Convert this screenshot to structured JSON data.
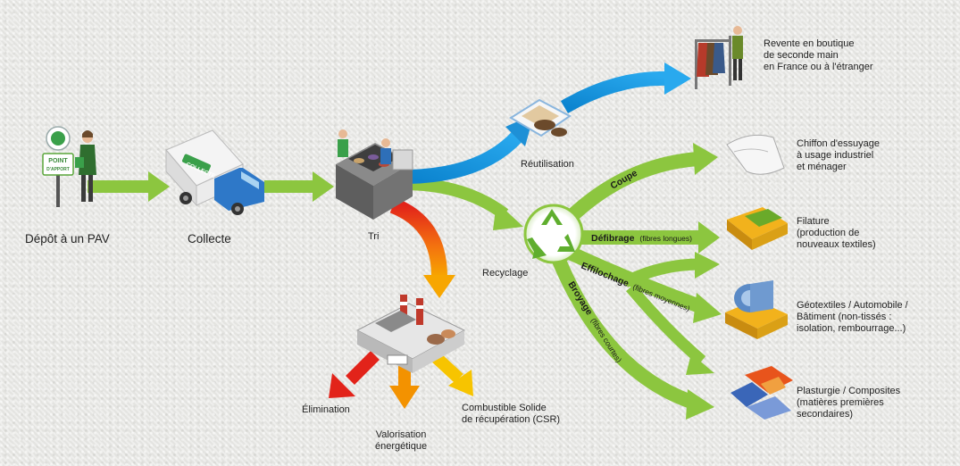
{
  "stages": {
    "depot": "Dépôt à un PAV",
    "collecte": "Collecte",
    "tri": "Tri",
    "reutilisation": "Réutilisation",
    "recyclage": "Recyclage"
  },
  "pav_sign": {
    "line1": "POINT",
    "line2": "D'APPORT"
  },
  "truck_label": "COLLECTE",
  "outcomes": {
    "revente": [
      "Revente en boutique",
      "de seconde main",
      "en France ou à l'étranger"
    ],
    "chiffon": [
      "Chiffon d'essuyage",
      "à usage industriel",
      "et ménager"
    ],
    "filature": [
      "Filature",
      "(production de",
      "nouveaux textiles)"
    ],
    "geotextiles": [
      "Géotextiles / Automobile /",
      "Bâtiment (non-tissés :",
      "isolation, rembourrage...)"
    ],
    "plasturgie": [
      "Plasturgie / Composites",
      "(matières premières",
      "secondaires)"
    ]
  },
  "processes": {
    "coupe": "Coupe",
    "defibrage": "Défibrage",
    "defibrage_sub": "(fibres longues)",
    "effilochage": "Effilochage",
    "effilochage_sub": "(fibres moyennes)",
    "broyage": "Broyage",
    "broyage_sub": "(fibres courtes)"
  },
  "disposal": {
    "elimination": "Élimination",
    "valorisation": [
      "Valorisation",
      "énergétique"
    ],
    "csr": [
      "Combustible Solide",
      "de récupération (CSR)"
    ]
  },
  "colors": {
    "green": "#8cc63f",
    "blue": "#1e90d6",
    "red": "#e2231a",
    "orange": "#f39200",
    "yellow": "#f7c400"
  }
}
